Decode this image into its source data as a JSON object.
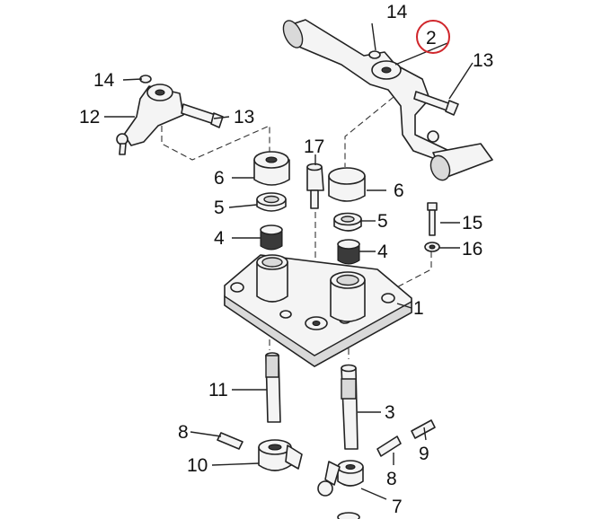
{
  "diagram": {
    "callouts": {
      "c1": "1",
      "c2": "2",
      "c3": "3",
      "c4a": "4",
      "c4b": "4",
      "c5a": "5",
      "c5b": "5",
      "c6a": "6",
      "c6b": "6",
      "c7": "7",
      "c8a": "8",
      "c8b": "8",
      "c9": "9",
      "c10": "10",
      "c11": "11",
      "c12": "12",
      "c13a": "13",
      "c13b": "13",
      "c14a": "14",
      "c14b": "14",
      "c15": "15",
      "c16": "16",
      "c17": "17"
    },
    "highlight_color": "#d0262b"
  }
}
